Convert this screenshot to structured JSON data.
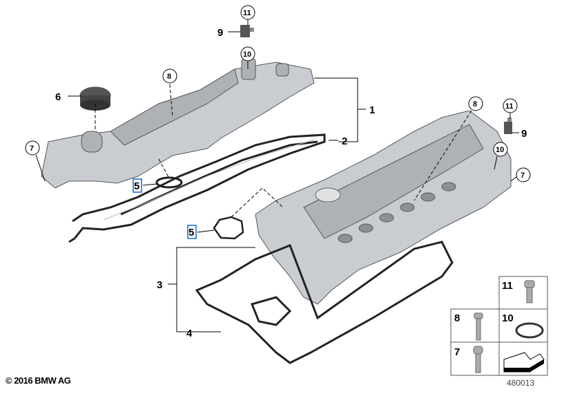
{
  "callouts": {
    "c1": "1",
    "c2": "2",
    "c3": "3",
    "c4": "4",
    "c5a": "5",
    "c5b": "5",
    "c6": "6",
    "c7a": "7",
    "c7b": "7",
    "c8a": "8",
    "c8b": "8",
    "c9a": "9",
    "c9b": "9",
    "c10a": "10",
    "c10b": "10",
    "c11a": "11",
    "c11b": "11"
  },
  "parts_table": {
    "cells": [
      {
        "label": "11",
        "icon": "torx-bolt-short"
      },
      {
        "label": "8",
        "icon": "bolt-long"
      },
      {
        "label": "10",
        "icon": "o-ring"
      },
      {
        "label": "7",
        "icon": "torx-bolt"
      },
      {
        "label": "",
        "icon": "arrow-left"
      }
    ]
  },
  "highlight_color": "#1565d8",
  "diagram_number": "480013",
  "copyright": "© 2016 BMW AG"
}
